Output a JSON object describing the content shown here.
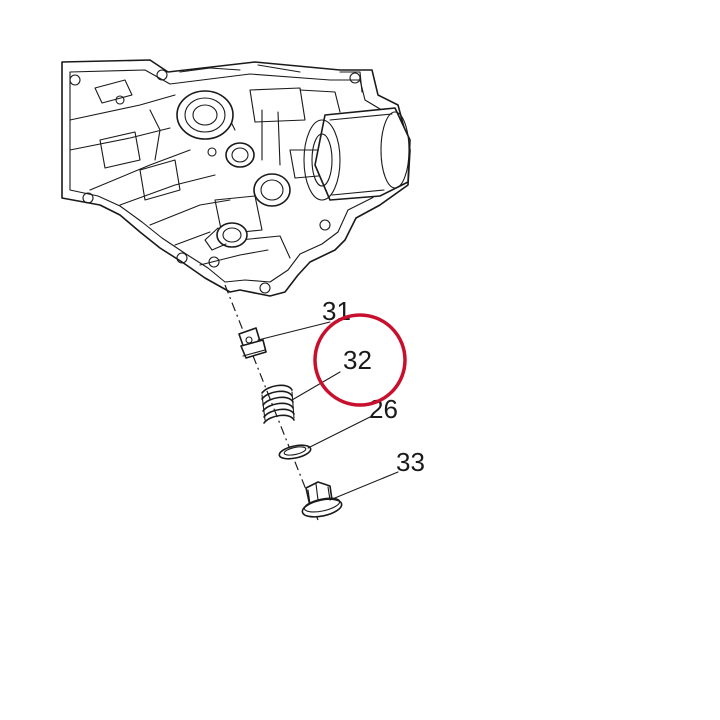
{
  "diagram": {
    "callouts": [
      {
        "label": "31"
      },
      {
        "label": "32"
      },
      {
        "label": "26"
      },
      {
        "label": "33"
      }
    ],
    "highlight": {
      "target_label": "32",
      "color": "#c8102e"
    },
    "colors": {
      "line": "#1a1a1a",
      "background": "#ffffff"
    }
  }
}
